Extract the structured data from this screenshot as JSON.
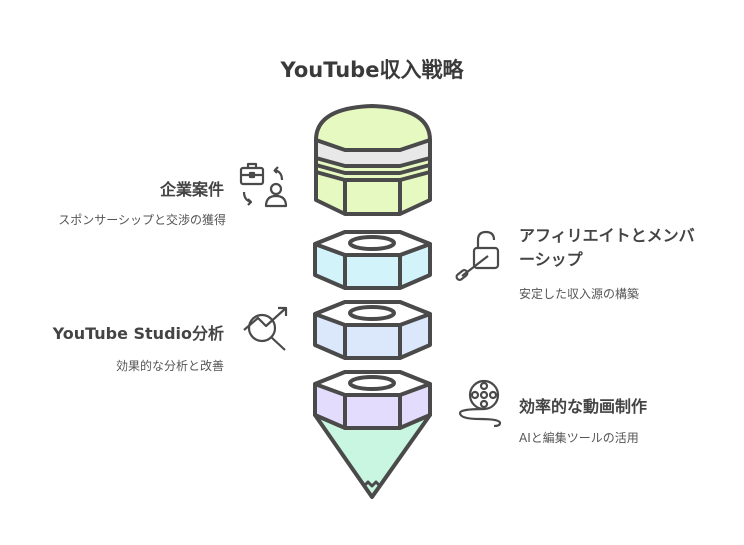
{
  "title": "YouTube収入戦略",
  "items": [
    {
      "heading": "企業案件",
      "desc": "スポンサーシップと交渉の獲得",
      "icon": "briefcase-person-exchange-icon",
      "color": "#e6f9c0"
    },
    {
      "heading": "アフィリエイトとメンバーシップ",
      "desc": "安定した収入源の構築",
      "icon": "unlock-key-icon",
      "color": "#d3f3fb"
    },
    {
      "heading": "YouTube Studio分析",
      "desc": "効果的な分析と改善",
      "icon": "analytics-search-icon",
      "color": "#dbe8fc"
    },
    {
      "heading": "効率的な動画制作",
      "desc": "AIと編集ツールの活用",
      "icon": "film-reel-icon",
      "color": "#e4dcfc"
    }
  ],
  "tip_color": "#c9f6e0"
}
